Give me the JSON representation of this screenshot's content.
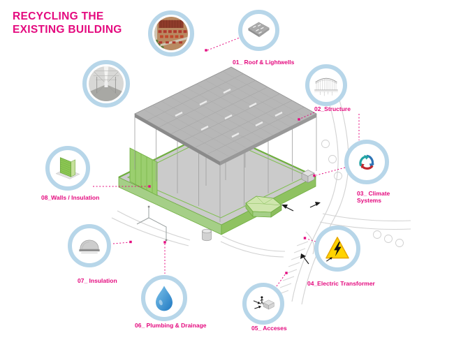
{
  "title": {
    "line1": "RECYCLING THE",
    "line2": "EXISTING BUILDING"
  },
  "callouts": {
    "aerial_photo": {
      "icon": "aerial-roof-photo"
    },
    "interior_photo": {
      "icon": "warehouse-interior-photo"
    },
    "roof": {
      "label": "01_ Roof & Lightwells",
      "icon": "roof-lightwells-icon"
    },
    "structure": {
      "label": "02_Structure",
      "icon": "truss-structure-icon"
    },
    "climate": {
      "label1": "03_ Climate",
      "label2": "Systems",
      "icon": "recycle-arrows-icon"
    },
    "transformer": {
      "label": "04_Electric Transformer",
      "icon": "high-voltage-warning-icon"
    },
    "acceses": {
      "label": "05_ Acceses",
      "icon": "access-arrows-icon"
    },
    "plumbing": {
      "label": "06_ Plumbing & Drainage",
      "icon": "water-drop-icon"
    },
    "insulation": {
      "label": "07_ Insulation",
      "icon": "insulation-dome-icon"
    },
    "walls": {
      "label": "08_Walls / Insulation",
      "icon": "green-wall-section-icon"
    }
  },
  "colors": {
    "accent": "#e4097e",
    "ring": "#b7d6e9",
    "building_green": "#8cc653",
    "roof_grey": "#b7b7b7"
  }
}
